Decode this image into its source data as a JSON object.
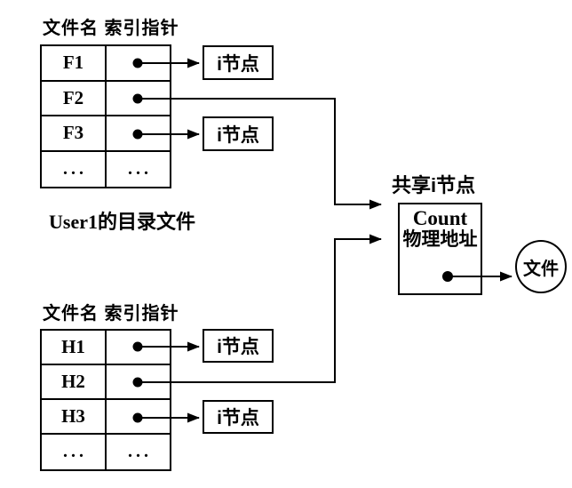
{
  "colors": {
    "ink": "#000000",
    "background": "#ffffff"
  },
  "user1_directory": {
    "header": "文件名 索引指针",
    "caption": "User1的目录文件",
    "rows": [
      "F1",
      "F2",
      "F3",
      "..."
    ],
    "pointer_ellipsis": "..."
  },
  "user2_directory": {
    "header": "文件名 索引指针",
    "rows": [
      "H1",
      "H2",
      "H3",
      "..."
    ],
    "pointer_ellipsis": "..."
  },
  "inode_box_label": "i节点",
  "shared_inode": {
    "title": "共享i节点",
    "count_label": "Count",
    "address_label": "物理地址"
  },
  "file_label": "文件"
}
